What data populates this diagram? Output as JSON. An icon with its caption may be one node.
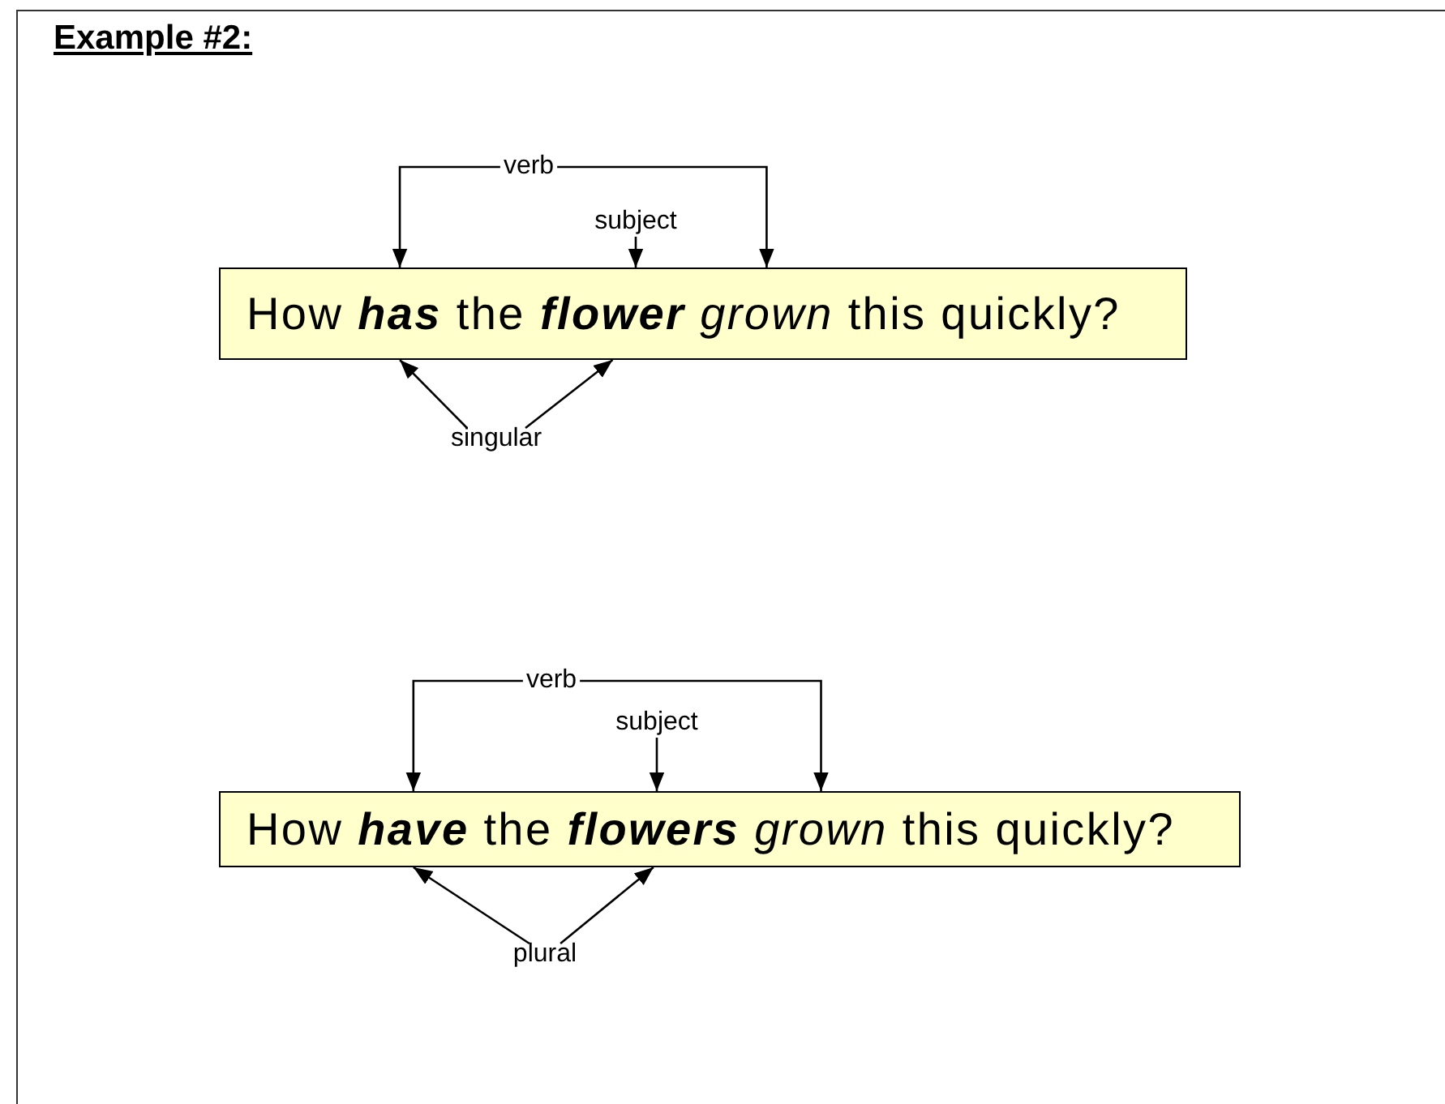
{
  "diagram": {
    "title": "Example #2:",
    "nodes": [
      {
        "text": [
          "verb"
        ]
      },
      {
        "text": [
          "subject"
        ]
      },
      {
        "text": [
          "How **has** the **flower** *grown* this quickly?"
        ]
      },
      {
        "text": [
          "singular"
        ]
      },
      {
        "text": [
          "verb"
        ]
      },
      {
        "text": [
          "subject"
        ]
      },
      {
        "text": [
          "How **have** the **flowers** *grown* this quickly?"
        ]
      },
      {
        "text": [
          "plural"
        ]
      }
    ],
    "edges": [
      {
        "from": 0,
        "to": 2,
        "arrow": "to"
      },
      {
        "from": 0,
        "to": 2,
        "arrow": "to"
      },
      {
        "from": 1,
        "to": 2,
        "arrow": "to"
      },
      {
        "from": 3,
        "to": 2,
        "arrow": "to"
      },
      {
        "from": 3,
        "to": 2,
        "arrow": "to"
      },
      {
        "from": 4,
        "to": 6,
        "arrow": "to"
      },
      {
        "from": 4,
        "to": 6,
        "arrow": "to"
      },
      {
        "from": 5,
        "to": 6,
        "arrow": "to"
      },
      {
        "from": 7,
        "to": 6,
        "arrow": "to"
      },
      {
        "from": 7,
        "to": 6,
        "arrow": "to"
      }
    ]
  }
}
